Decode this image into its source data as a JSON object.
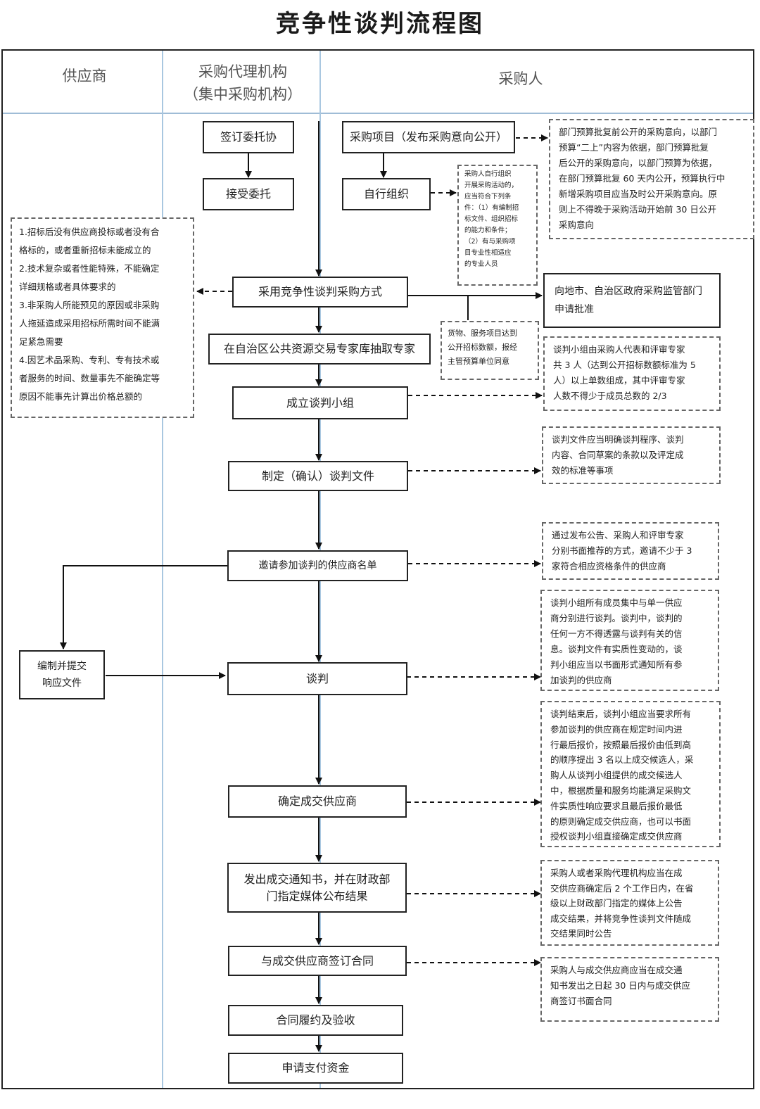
{
  "title": "竞争性谈判流程图",
  "lanes": {
    "supplier": "供应商",
    "agency_line1": "采购代理机构",
    "agency_line2": "（集中采购机构）",
    "purchaser": "采购人"
  },
  "boxes": {
    "sign_entrust": "签订委托协",
    "purchase_project": "采购项目（发布采购意向公开）",
    "accept_entrust": "接受委托",
    "self_organize": "自行组织",
    "adopt_method": "采用竞争性谈判采购方式",
    "extract_experts": "在自治区公共资源交易专家库抽取专家",
    "form_group": "成立谈判小组",
    "make_docs": "制定（确认）谈判文件",
    "invite_list": "邀请参加谈判的供应商名单",
    "prepare_response_line1": "编制并提交",
    "prepare_response_line2": "响应文件",
    "negotiate": "谈判",
    "determine_supplier": "确定成交供应商",
    "issue_notice_line1": "发出成交通知书，并在财政部",
    "issue_notice_line2": "门指定媒体公布结果",
    "sign_contract": "与成交供应商签订合同",
    "acceptance": "合同履约及验收",
    "apply_payment": "申请支付资金",
    "apply_approval_line1": "向地市、自治区政府采购监管部门",
    "apply_approval_line2": "申请批准"
  },
  "notes": {
    "intent_public": [
      "部门预算批复前公开的采购意向，以部门",
      "预算“二上”内容为依据，部门预算批复",
      "后公开的采购意向，以部门预算为依据，",
      "在部门预算批复 60 天内公开，预算执行中",
      "新增采购项目应当及时公开采购意向。原",
      "则上不得晚于采购活动开始前 30 日公开",
      "采购意向"
    ],
    "self_org_conditions": [
      "采购人自行组织",
      "开展采购活动的，",
      "应当符合下列条",
      "件：（1）有编制招",
      "标文件、组织招标",
      "的能力和条件；",
      "（2）有与采购项",
      "目专业性相适应",
      "的专业人员"
    ],
    "applicable_cases": [
      "1.招标后没有供应商投标或者没有合",
      "格标的，或者重新招标未能成立的",
      "2.技术复杂或者性能特殊，不能确定",
      "详细规格或者具体要求的",
      "3.非采购人所能预见的原因或非采购",
      "人拖延造成采用招标所需时间不能满",
      "足紧急需要",
      "4.因艺术品采购、专利、专有技术或",
      "者服务的时间、数量事先不能确定等",
      "原因不能事先计算出价格总额的"
    ],
    "threshold_approval": [
      "货物、服务项目达到",
      "公开招标数额，报经",
      "主管预算单位同意"
    ],
    "group_composition": [
      "谈判小组由采购人代表和评审专家",
      "共 3 人（达到公开招标数额标准为 5",
      "人）以上单数组成，其中评审专家",
      "人数不得少于成员总数的 2/3"
    ],
    "docs_content": [
      "谈判文件应当明确谈判程序、谈判",
      "内容、合同草案的条款以及评定成",
      "效的标准等事项"
    ],
    "invite_method": [
      "通过发布公告、采购人和评审专家",
      "分别书面推荐的方式，邀请不少于 3",
      "家符合相应资格条件的供应商"
    ],
    "negotiate_rules": [
      "谈判小组所有成员集中与单一供应",
      "商分别进行谈判。谈判中，谈判的",
      "任何一方不得透露与谈判有关的信",
      "息。谈判文件有实质性变动的，谈",
      "判小组应当以书面形式通知所有参",
      "加谈判的供应商"
    ],
    "determine_rules": [
      "谈判结束后，谈判小组应当要求所有",
      "参加谈判的供应商在规定时间内进",
      "行最后报价，按照最后报价由低到高",
      "的顺序提出 3 名以上成交候选人，采",
      "购人从谈判小组提供的成交候选人",
      "中，根据质量和服务均能满足采购文",
      "件实质性响应要求且最后报价最低",
      "的原则确定成交供应商，也可以书面",
      "授权谈判小组直接确定成交供应商"
    ],
    "announce_rules": [
      "采购人或者采购代理机构应当在成",
      "交供应商确定后 2 个工作日内，在省",
      "级以上财政部门指定的媒体上公告",
      "成交结果，并将竞争性谈判文件随成",
      "交结果同时公告"
    ],
    "contract_rules": [
      "采购人与成交供应商应当在成交通",
      "知书发出之日起 30 日内与成交供应",
      "商签订书面合同"
    ]
  }
}
